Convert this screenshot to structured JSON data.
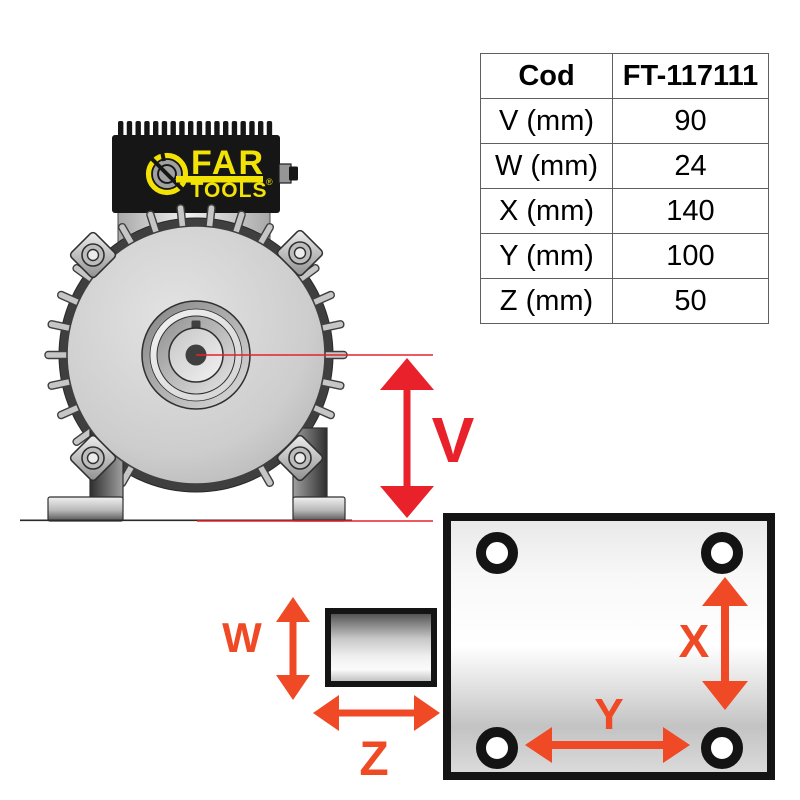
{
  "table": {
    "header": {
      "col1": "Cod",
      "col2": "FT-117111"
    },
    "rows": [
      {
        "label": "V (mm)",
        "value": "90"
      },
      {
        "label": "W (mm)",
        "value": "24"
      },
      {
        "label": "X (mm)",
        "value": "140"
      },
      {
        "label": "Y (mm)",
        "value": "100"
      },
      {
        "label": "Z (mm)",
        "value": "50"
      }
    ]
  },
  "logo": {
    "line1": "FAR",
    "line2": "TOOLS",
    "registered": "®"
  },
  "dimension_labels": {
    "v": "V",
    "w": "W",
    "x": "X",
    "y": "Y",
    "z": "Z"
  },
  "colors": {
    "v_arrow_red": "#e8212a",
    "wxyz_arrow_orange": "#ef4a25",
    "logo_yellow": "#f2e205",
    "logo_black": "#161616"
  }
}
